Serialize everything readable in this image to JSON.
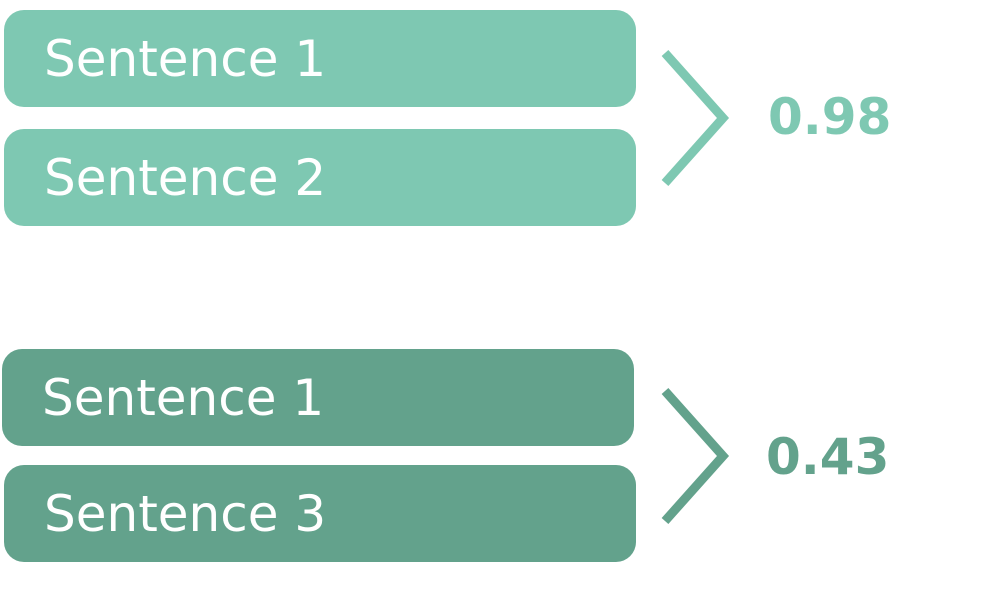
{
  "colors": {
    "pair_similar": "#7ec8b2",
    "pair_dissimilar": "#63a28c",
    "text_on_pill": "#ffffff"
  },
  "pairs": [
    {
      "sentence_a": "Sentence 1",
      "sentence_b": "Sentence 2",
      "score": "0.98"
    },
    {
      "sentence_a": "Sentence 1",
      "sentence_b": "Sentence 3",
      "score": "0.43"
    }
  ]
}
